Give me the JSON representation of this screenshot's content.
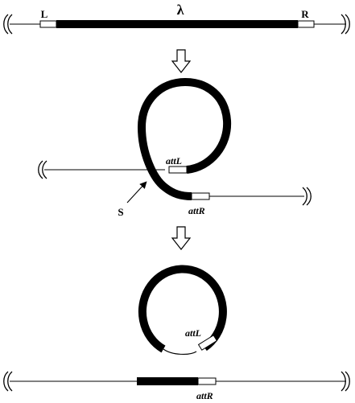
{
  "labels": {
    "left_end": "L",
    "lambda": "λ",
    "right_end": "R",
    "att_l": "attL",
    "att_r": "attR",
    "site_s": "S"
  },
  "colors": {
    "ink": "#000000",
    "paper": "#ffffff"
  }
}
